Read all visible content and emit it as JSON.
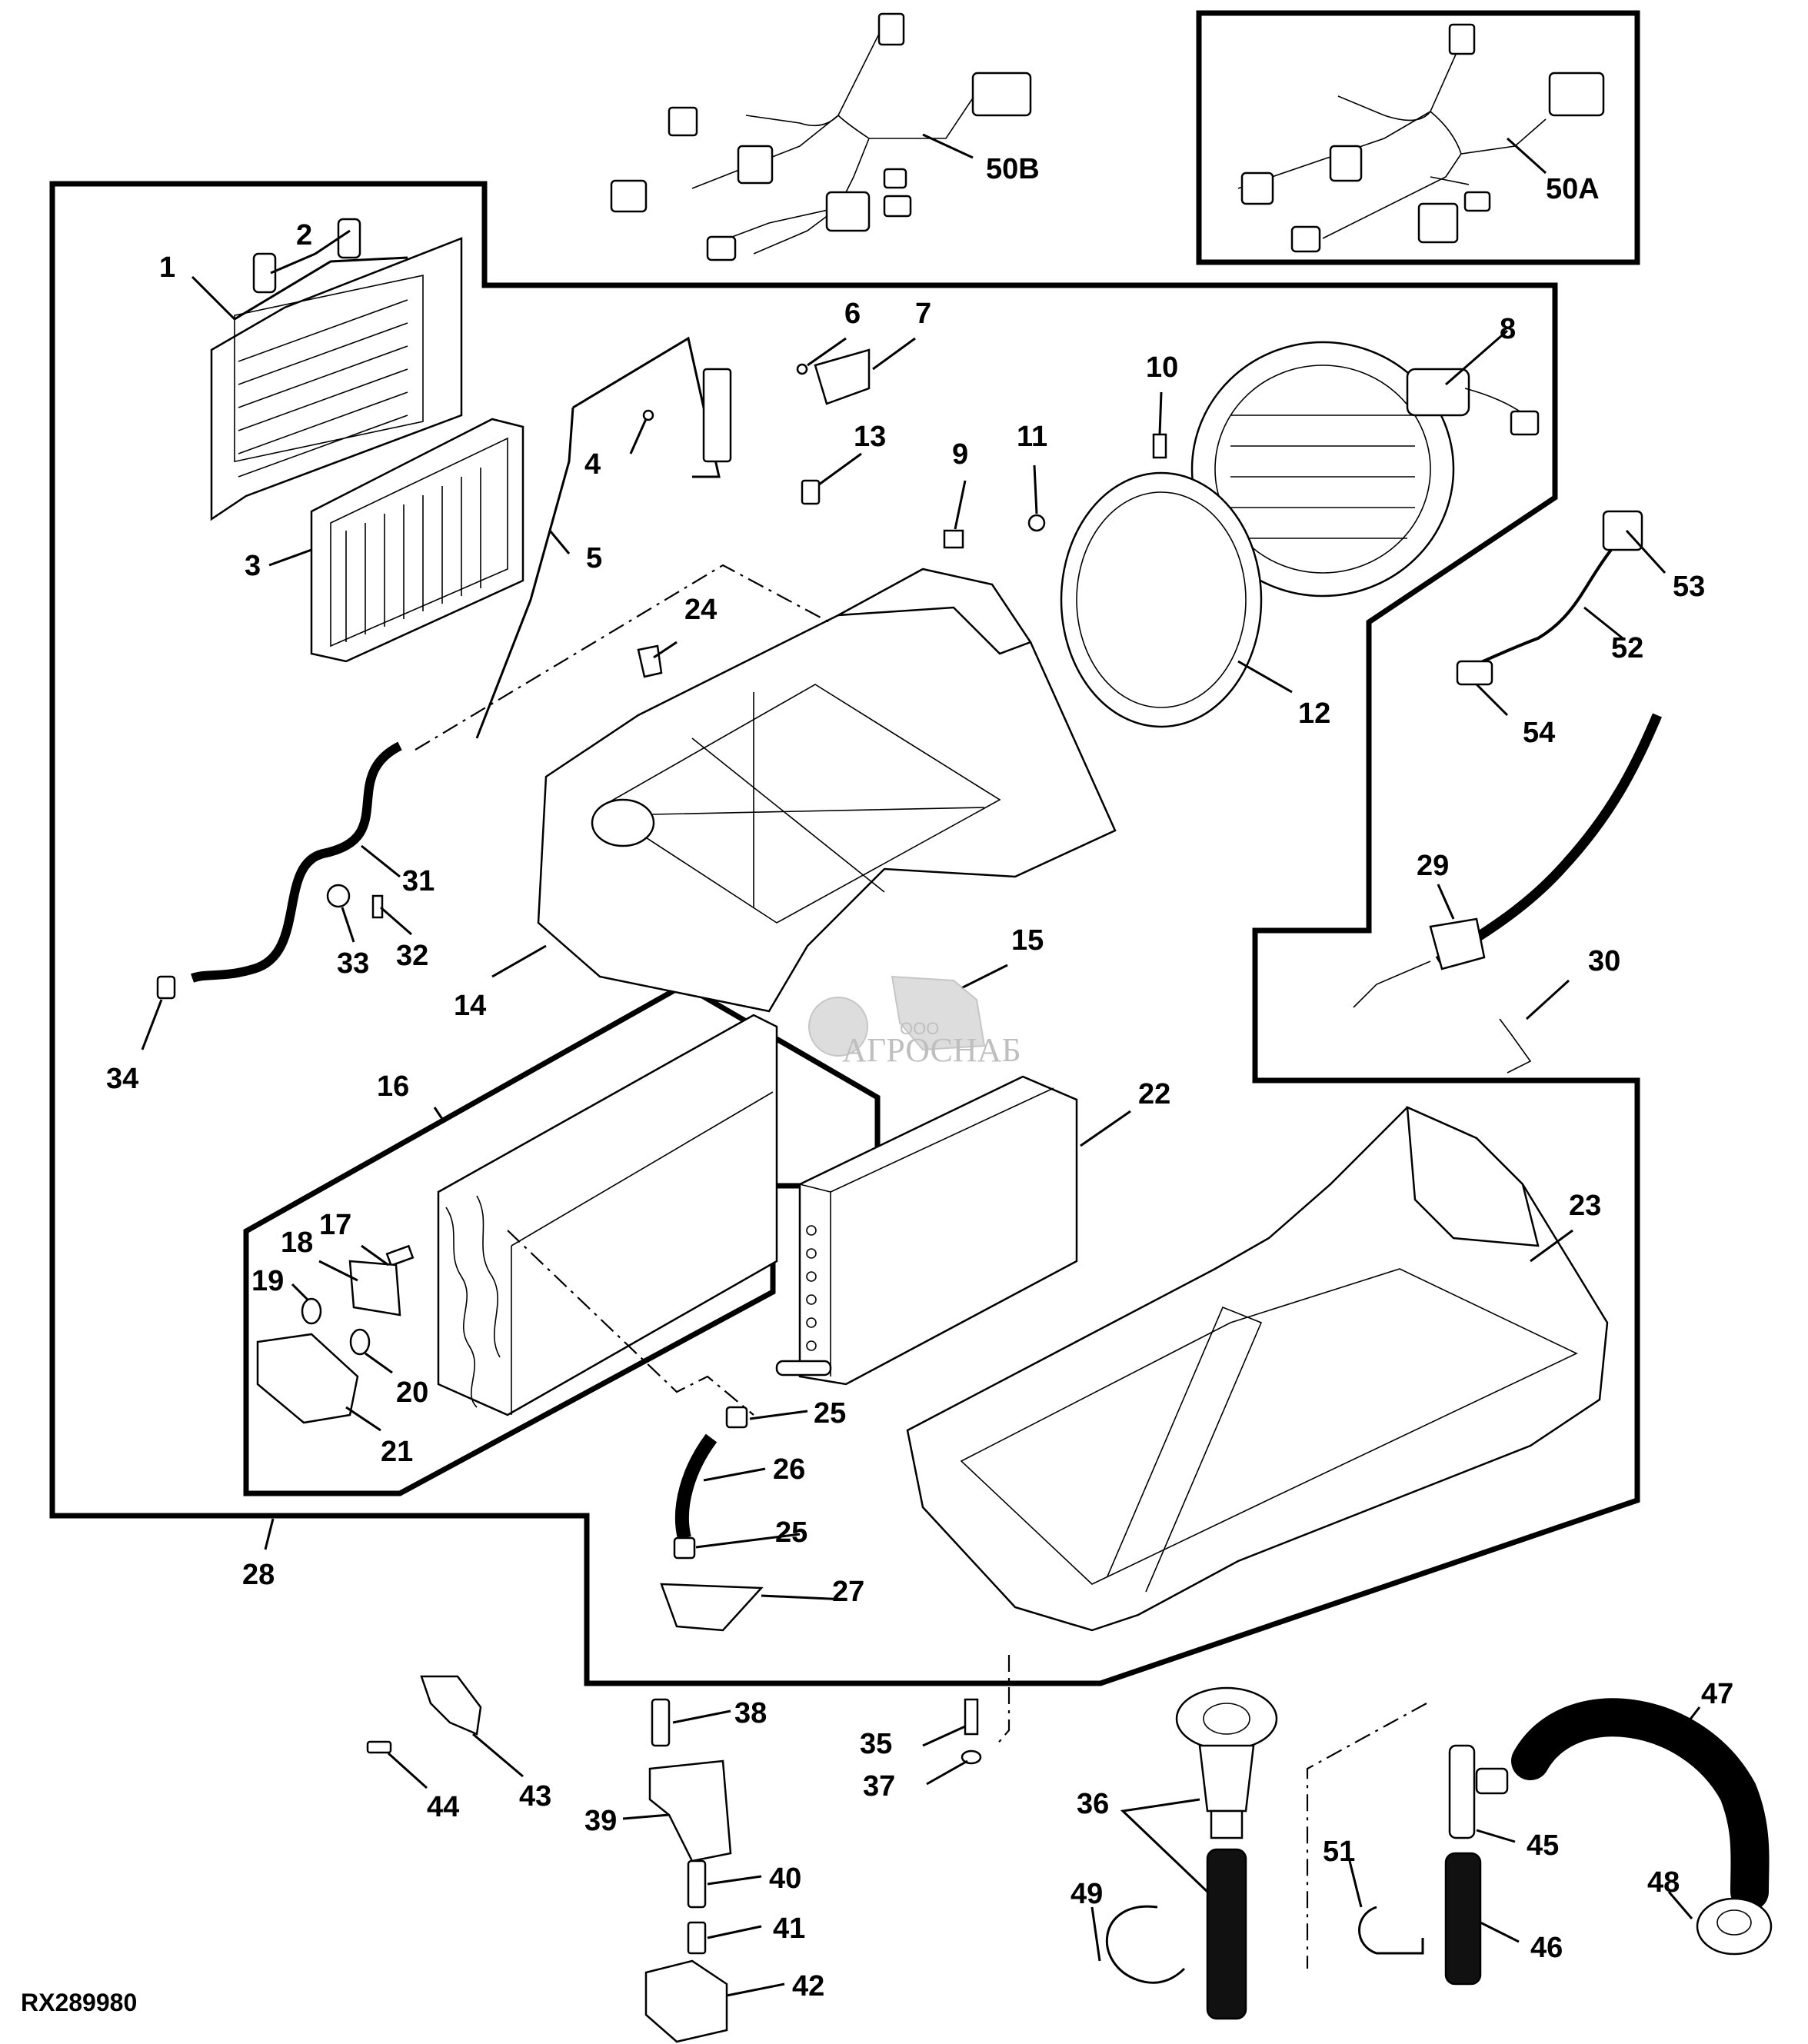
{
  "figure": {
    "id": "RX289980",
    "type": "exploded parts diagram",
    "subject": "cab air conditioning / heater blower and evaporator housing assembly"
  },
  "watermark": {
    "prefix": "ООО",
    "name": "АГРОСНАБ"
  },
  "callouts": [
    {
      "id": "1",
      "label": "1"
    },
    {
      "id": "2",
      "label": "2"
    },
    {
      "id": "3",
      "label": "3"
    },
    {
      "id": "4",
      "label": "4"
    },
    {
      "id": "5",
      "label": "5"
    },
    {
      "id": "6",
      "label": "6"
    },
    {
      "id": "7",
      "label": "7"
    },
    {
      "id": "8",
      "label": "8"
    },
    {
      "id": "9",
      "label": "9"
    },
    {
      "id": "10",
      "label": "10"
    },
    {
      "id": "11",
      "label": "11"
    },
    {
      "id": "12",
      "label": "12"
    },
    {
      "id": "13",
      "label": "13"
    },
    {
      "id": "14",
      "label": "14"
    },
    {
      "id": "15",
      "label": "15"
    },
    {
      "id": "16",
      "label": "16"
    },
    {
      "id": "17",
      "label": "17"
    },
    {
      "id": "18",
      "label": "18"
    },
    {
      "id": "19",
      "label": "19"
    },
    {
      "id": "20",
      "label": "20"
    },
    {
      "id": "21",
      "label": "21"
    },
    {
      "id": "22",
      "label": "22"
    },
    {
      "id": "23",
      "label": "23"
    },
    {
      "id": "24",
      "label": "24"
    },
    {
      "id": "25a",
      "label": "25"
    },
    {
      "id": "25b",
      "label": "25"
    },
    {
      "id": "26",
      "label": "26"
    },
    {
      "id": "27",
      "label": "27"
    },
    {
      "id": "28",
      "label": "28"
    },
    {
      "id": "29",
      "label": "29"
    },
    {
      "id": "30",
      "label": "30"
    },
    {
      "id": "31",
      "label": "31"
    },
    {
      "id": "32",
      "label": "32"
    },
    {
      "id": "33",
      "label": "33"
    },
    {
      "id": "34",
      "label": "34"
    },
    {
      "id": "35",
      "label": "35"
    },
    {
      "id": "36",
      "label": "36"
    },
    {
      "id": "37",
      "label": "37"
    },
    {
      "id": "38",
      "label": "38"
    },
    {
      "id": "39",
      "label": "39"
    },
    {
      "id": "40",
      "label": "40"
    },
    {
      "id": "41",
      "label": "41"
    },
    {
      "id": "42",
      "label": "42"
    },
    {
      "id": "43",
      "label": "43"
    },
    {
      "id": "44",
      "label": "44"
    },
    {
      "id": "45",
      "label": "45"
    },
    {
      "id": "46",
      "label": "46"
    },
    {
      "id": "47",
      "label": "47"
    },
    {
      "id": "48",
      "label": "48"
    },
    {
      "id": "49",
      "label": "49"
    },
    {
      "id": "50A",
      "label": "50A"
    },
    {
      "id": "50B",
      "label": "50B"
    },
    {
      "id": "51",
      "label": "51"
    },
    {
      "id": "52",
      "label": "52"
    },
    {
      "id": "53",
      "label": "53"
    },
    {
      "id": "54",
      "label": "54"
    }
  ]
}
